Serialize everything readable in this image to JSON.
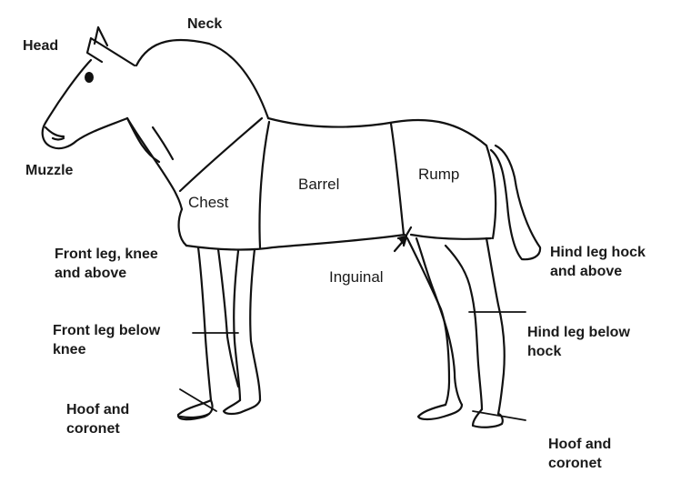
{
  "labels": {
    "head": "Head",
    "neck": "Neck",
    "muzzle": "Muzzle",
    "chest": "Chest",
    "barrel": "Barrel",
    "rump": "Rump",
    "inguinal": "Inguinal",
    "front_leg_upper": [
      "Front leg, knee",
      "and above"
    ],
    "front_leg_lower": [
      "Front leg below",
      "knee"
    ],
    "front_hoof": [
      "Hoof and",
      "coronet"
    ],
    "hind_leg_upper": [
      "Hind leg hock",
      "and above"
    ],
    "hind_leg_lower": [
      "Hind leg below",
      "hock"
    ],
    "hind_hoof": [
      "Hoof and",
      "coronet"
    ]
  },
  "colors": {
    "stroke": "#111111",
    "text": "#1a1a1a",
    "background": "#ffffff"
  }
}
